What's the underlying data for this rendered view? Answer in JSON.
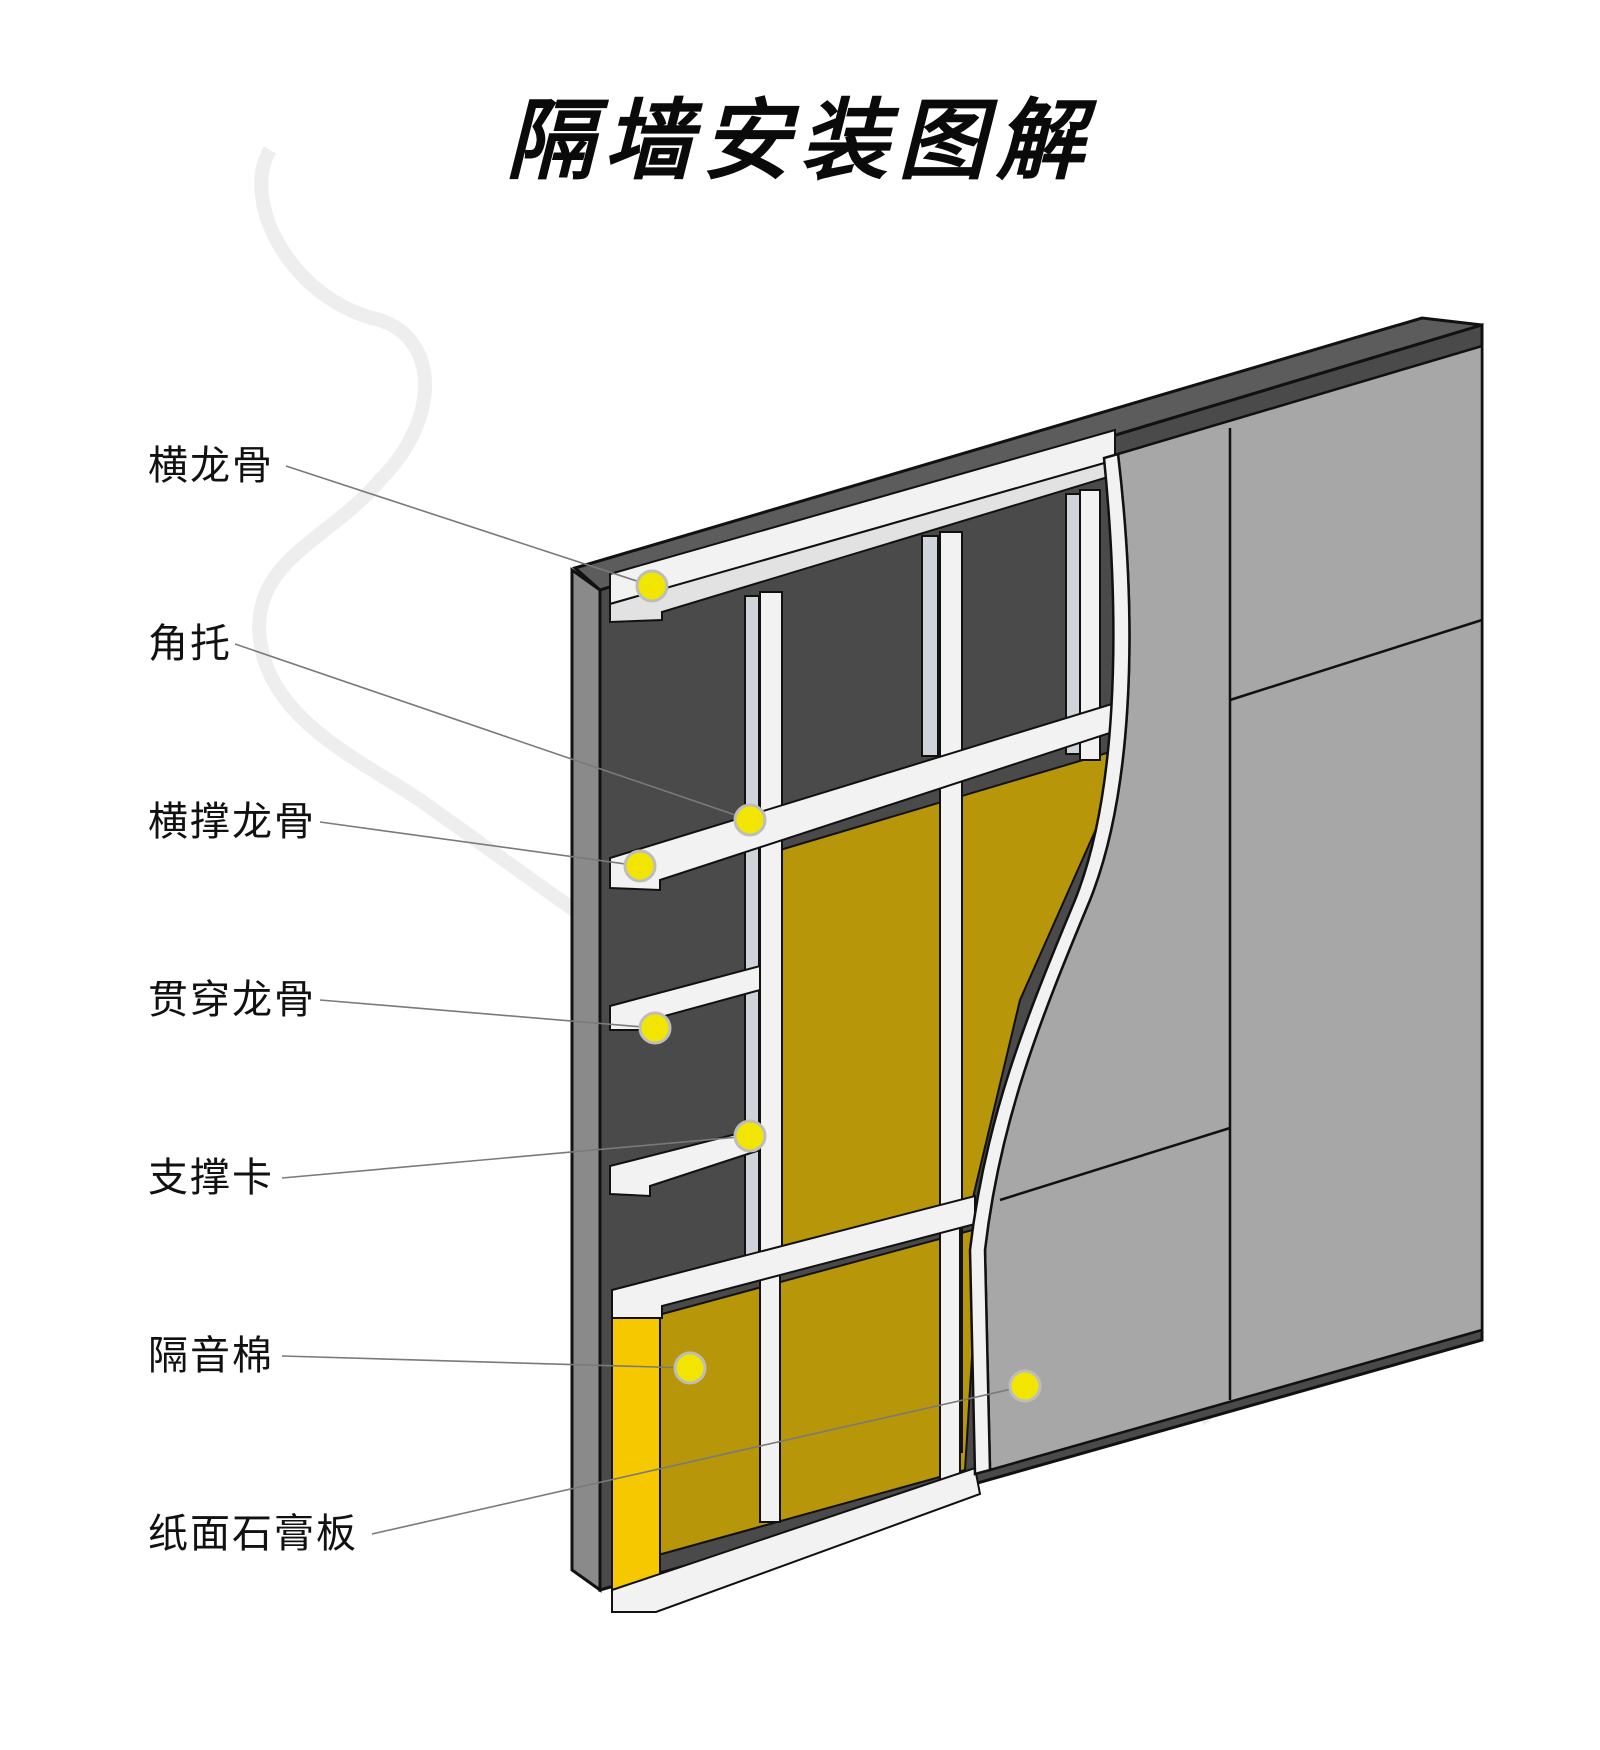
{
  "title": "隔墙安装图解",
  "labels": [
    "横龙骨",
    "角托",
    "横撑龙骨",
    "贯穿龙骨",
    "支撑卡",
    "隔音棉",
    "纸面石膏板"
  ],
  "colors": {
    "board_dark": "#4a4a4a",
    "gypsum": "#a7a7a7",
    "insulation": "#b8960a",
    "insulation_bright": "#f5c800",
    "frame": "#f2f2f2",
    "marker": "#f2e600",
    "leader": "#7a7a7a"
  }
}
